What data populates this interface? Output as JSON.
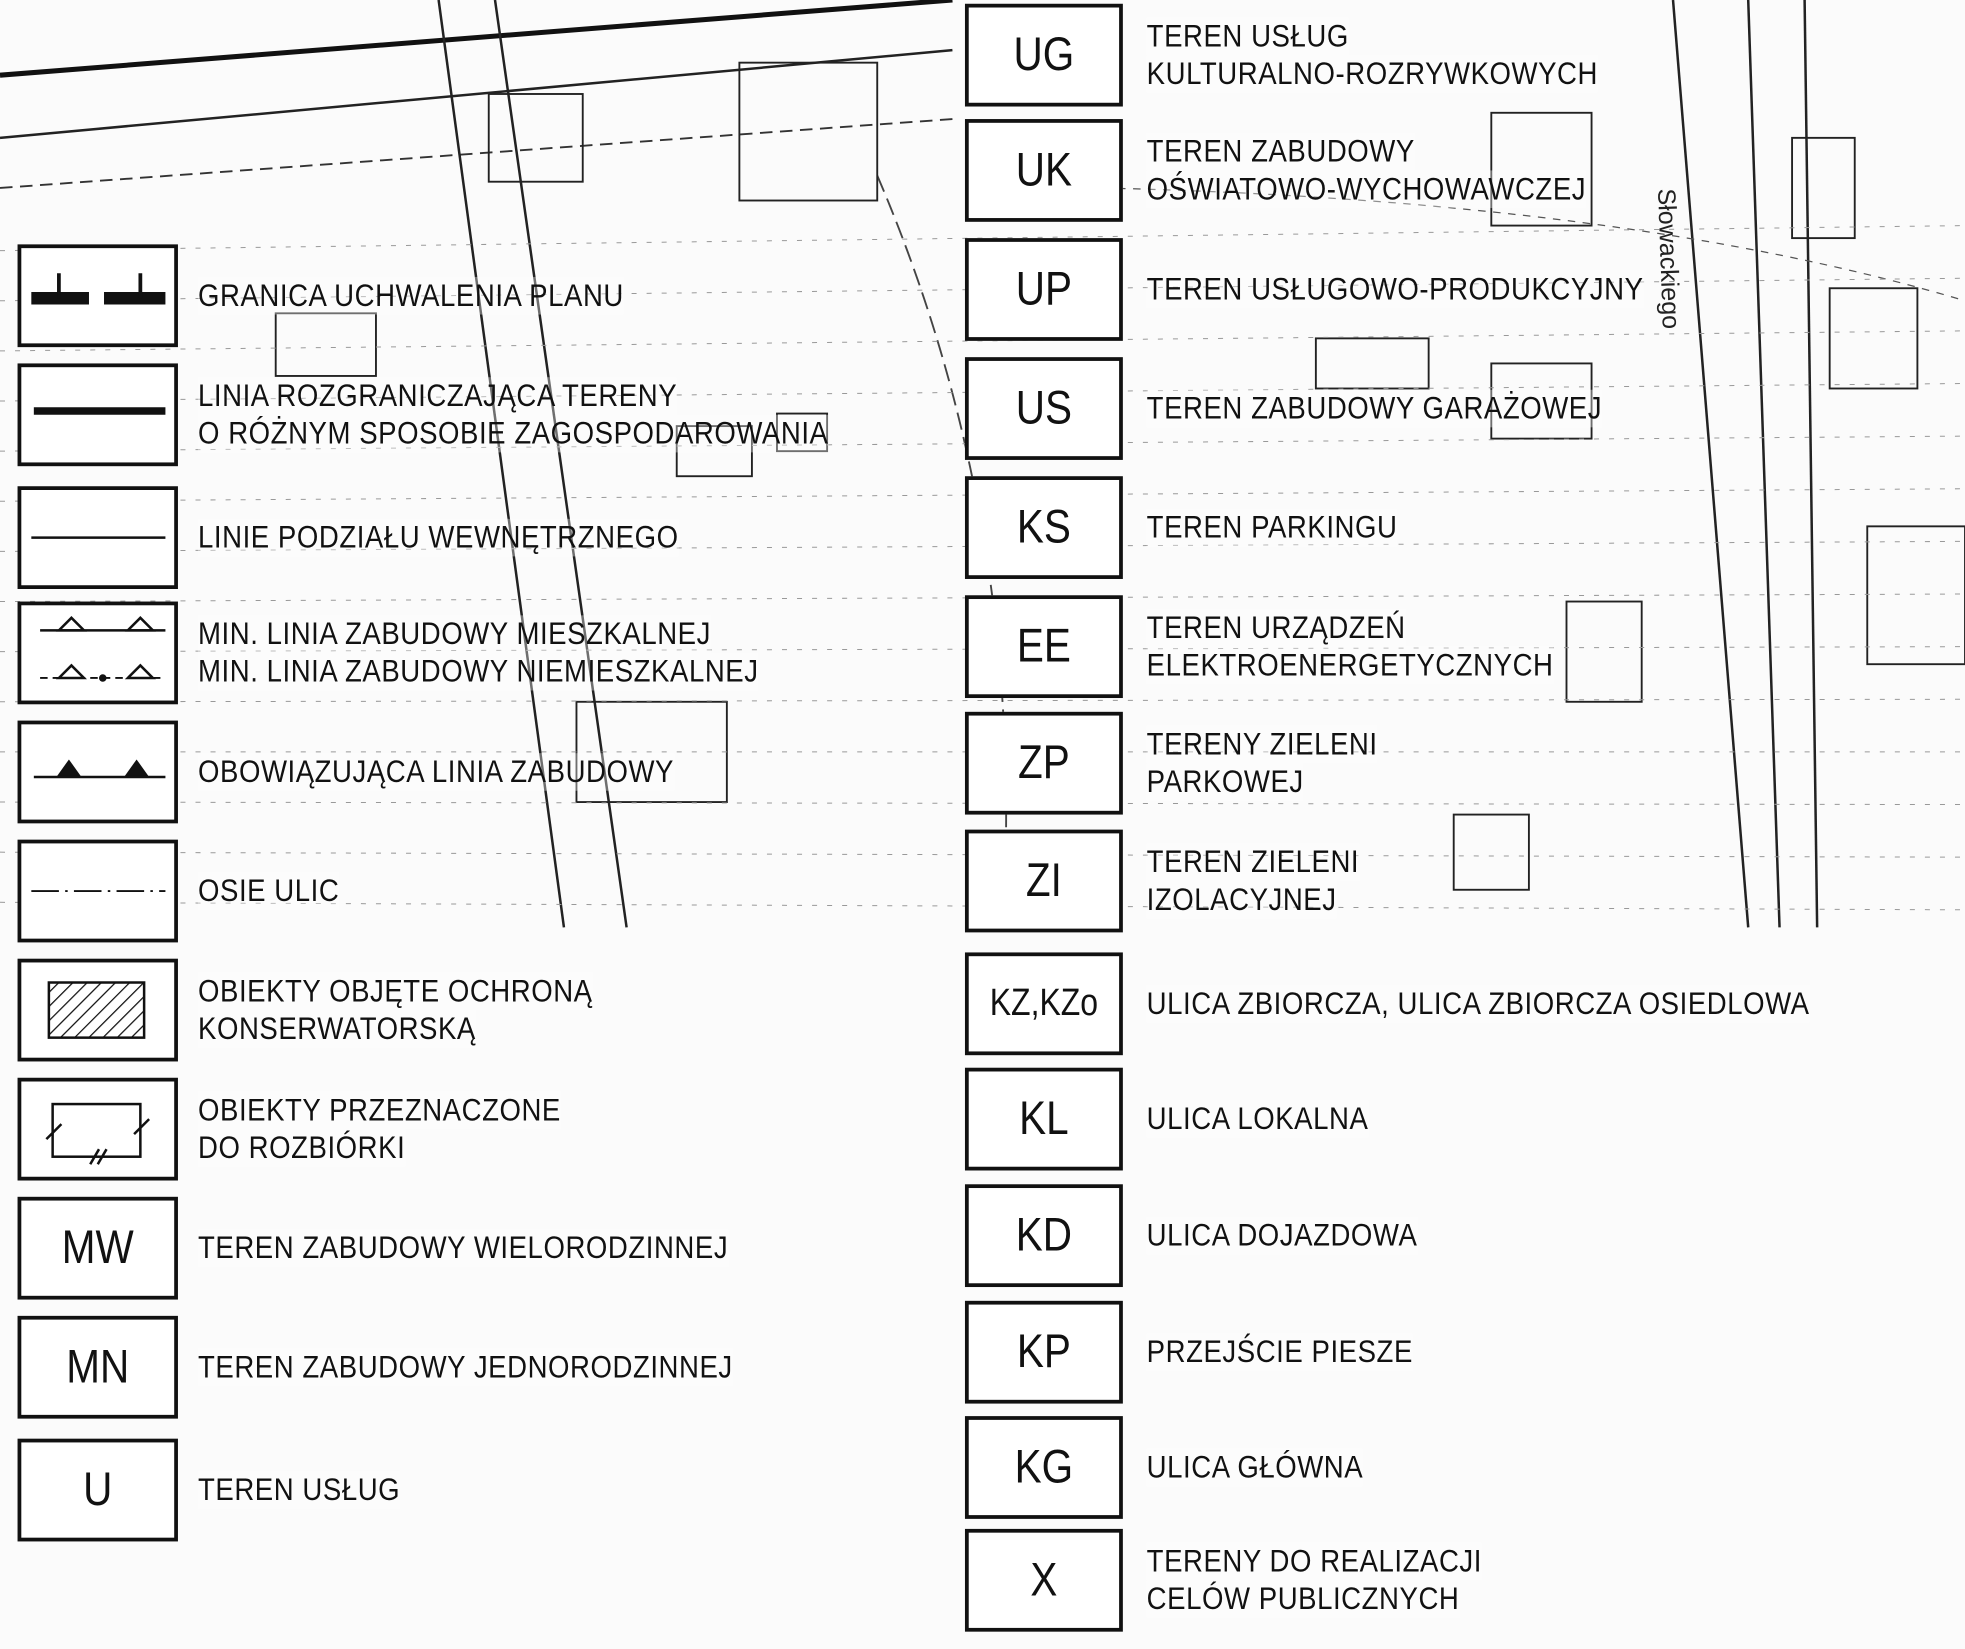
{
  "map": {
    "street_label": "Słowackiego"
  },
  "legend_left": [
    {
      "symbol": "plan-boundary-icon",
      "lines": [
        "GRANICA UCHWALENIA PLANU"
      ]
    },
    {
      "symbol": "delimiting-line-icon",
      "lines": [
        "LINIA ROZGRANICZAJĄCA TERENY",
        "O RÓŻNYM SPOSOBIE ZAGOSPODAROWANIA"
      ]
    },
    {
      "symbol": "internal-division-line-icon",
      "lines": [
        "LINIE PODZIAŁU WEWNĘTRZNEGO"
      ]
    },
    {
      "symbol": "min-building-line-icon",
      "lines": [
        "MIN. LINIA ZABUDOWY   MIESZKALNEJ",
        "MIN. LINIA ZABUDOWY   NIEMIESZKALNEJ"
      ]
    },
    {
      "symbol": "mandatory-building-line-icon",
      "lines": [
        "OBOWIĄZUJĄCA LINIA ZABUDOWY"
      ]
    },
    {
      "symbol": "street-axis-icon",
      "lines": [
        "OSIE ULIC"
      ]
    },
    {
      "symbol": "hatched-protected-icon",
      "lines": [
        "OBIEKTY OBJĘTE OCHRONĄ",
        "KONSERWATORSKĄ"
      ]
    },
    {
      "symbol": "demolition-icon",
      "lines": [
        "OBIEKTY PRZEZNACZONE",
        "DO ROZBIÓRKI"
      ]
    },
    {
      "code": "MW",
      "lines": [
        "TEREN ZABUDOWY WIELORODZINNEJ"
      ]
    },
    {
      "code": "MN",
      "lines": [
        "TEREN ZABUDOWY JEDNORODZINNEJ"
      ]
    },
    {
      "code": "U",
      "lines": [
        "TEREN USŁUG"
      ]
    }
  ],
  "legend_right": [
    {
      "code": "UG",
      "lines": [
        "TEREN USŁUG",
        "KULTURALNO-ROZRYWKOWYCH"
      ]
    },
    {
      "code": "UK",
      "lines": [
        "TEREN ZABUDOWY",
        "OŚWIATOWO-WYCHOWAWCZEJ"
      ]
    },
    {
      "code": "UP",
      "lines": [
        "TEREN USŁUGOWO-PRODUKCYJNY"
      ]
    },
    {
      "code": "US",
      "lines": [
        "TEREN ZABUDOWY GARAŻOWEJ"
      ]
    },
    {
      "code": "KS",
      "lines": [
        "TEREN PARKINGU"
      ]
    },
    {
      "code": "EE",
      "lines": [
        "TEREN URZĄDZEŃ",
        "ELEKTROENERGETYCZNYCH"
      ]
    },
    {
      "code": "ZP",
      "lines": [
        "TERENY ZIELENI",
        "PARKOWEJ"
      ]
    },
    {
      "code": "ZI",
      "lines": [
        "TEREN ZIELENI",
        "IZOLACYJNEJ"
      ]
    },
    {
      "code": "KZ,KZo",
      "lines": [
        "ULICA ZBIORCZA, ULICA ZBIORCZA OSIEDLOWA"
      ]
    },
    {
      "code": "KL",
      "lines": [
        "ULICA LOKALNA"
      ]
    },
    {
      "code": "KD",
      "lines": [
        "ULICA DOJAZDOWA"
      ]
    },
    {
      "code": "KP",
      "lines": [
        "PRZEJŚCIE PIESZE"
      ]
    },
    {
      "code": "KG",
      "lines": [
        "ULICA GŁÓWNA"
      ]
    },
    {
      "code": "X",
      "lines": [
        "TERENY DO REALIZACJI",
        "CELÓW PUBLICZNYCH"
      ]
    }
  ]
}
